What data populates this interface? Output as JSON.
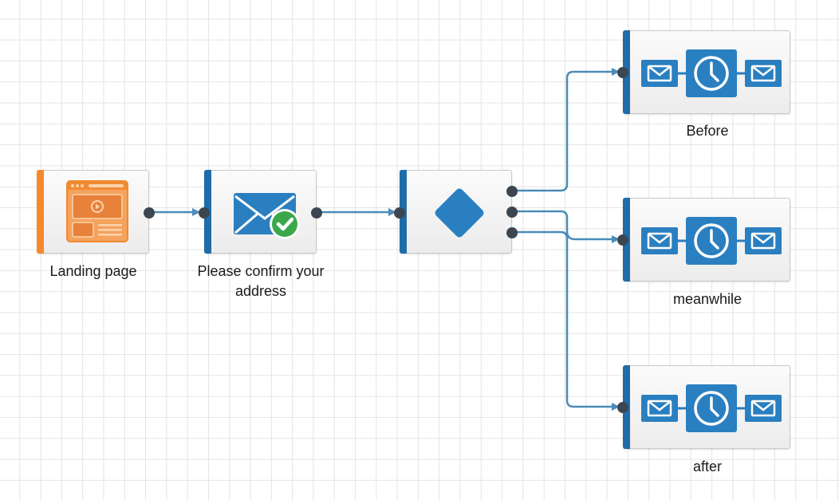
{
  "nodes": {
    "landing_page": {
      "label": "Landing page"
    },
    "confirm_email": {
      "label": "Please confirm your\naddress"
    },
    "branch_before": {
      "label": "Before"
    },
    "branch_meanwhile": {
      "label": "meanwhile"
    },
    "branch_after": {
      "label": "after"
    }
  },
  "colors": {
    "node_accent_blue": "#1f6ca8",
    "node_accent_orange": "#f5892a",
    "icon_blue": "#2a7fc0",
    "landing_icon_orange": "#f5a25d",
    "confirm_check_green": "#3aa84a",
    "connector": "#4a8cb8",
    "port": "#3c4650"
  },
  "icons": {
    "landing_page": "landing-page-icon",
    "confirm_email": "email-confirm-icon",
    "condition": "diamond-icon",
    "sequence": "email-clock-email-icon"
  }
}
